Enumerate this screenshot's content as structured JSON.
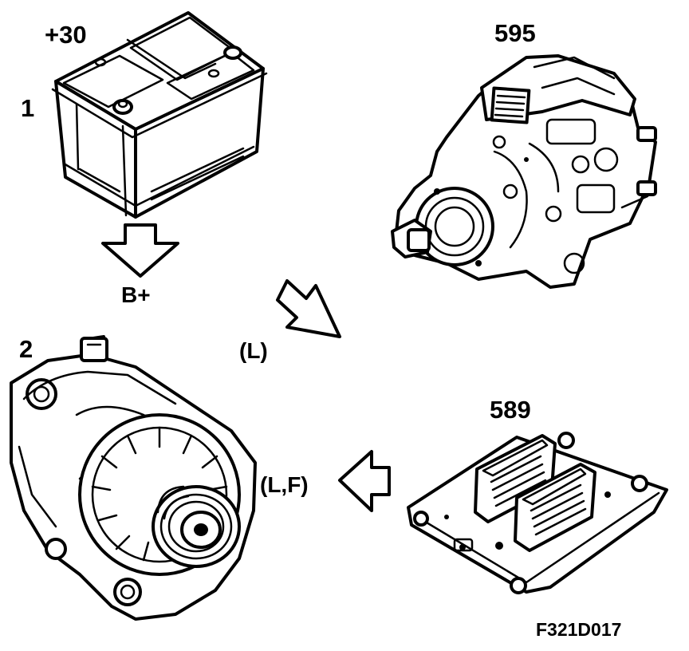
{
  "labels": {
    "battery_terminal": "+30",
    "battery_number": "1",
    "battery_output": "B+",
    "pump_number": "595",
    "pump_signal": "(L)",
    "alternator_number": "2",
    "ecu_number": "589",
    "ecu_signal": "(L,F)",
    "figure_code": "F321D017"
  },
  "components": [
    {
      "id": "1",
      "name": "battery-icon"
    },
    {
      "id": "595",
      "name": "injection-pump-icon"
    },
    {
      "id": "2",
      "name": "alternator-icon"
    },
    {
      "id": "589",
      "name": "ecu-icon"
    }
  ]
}
